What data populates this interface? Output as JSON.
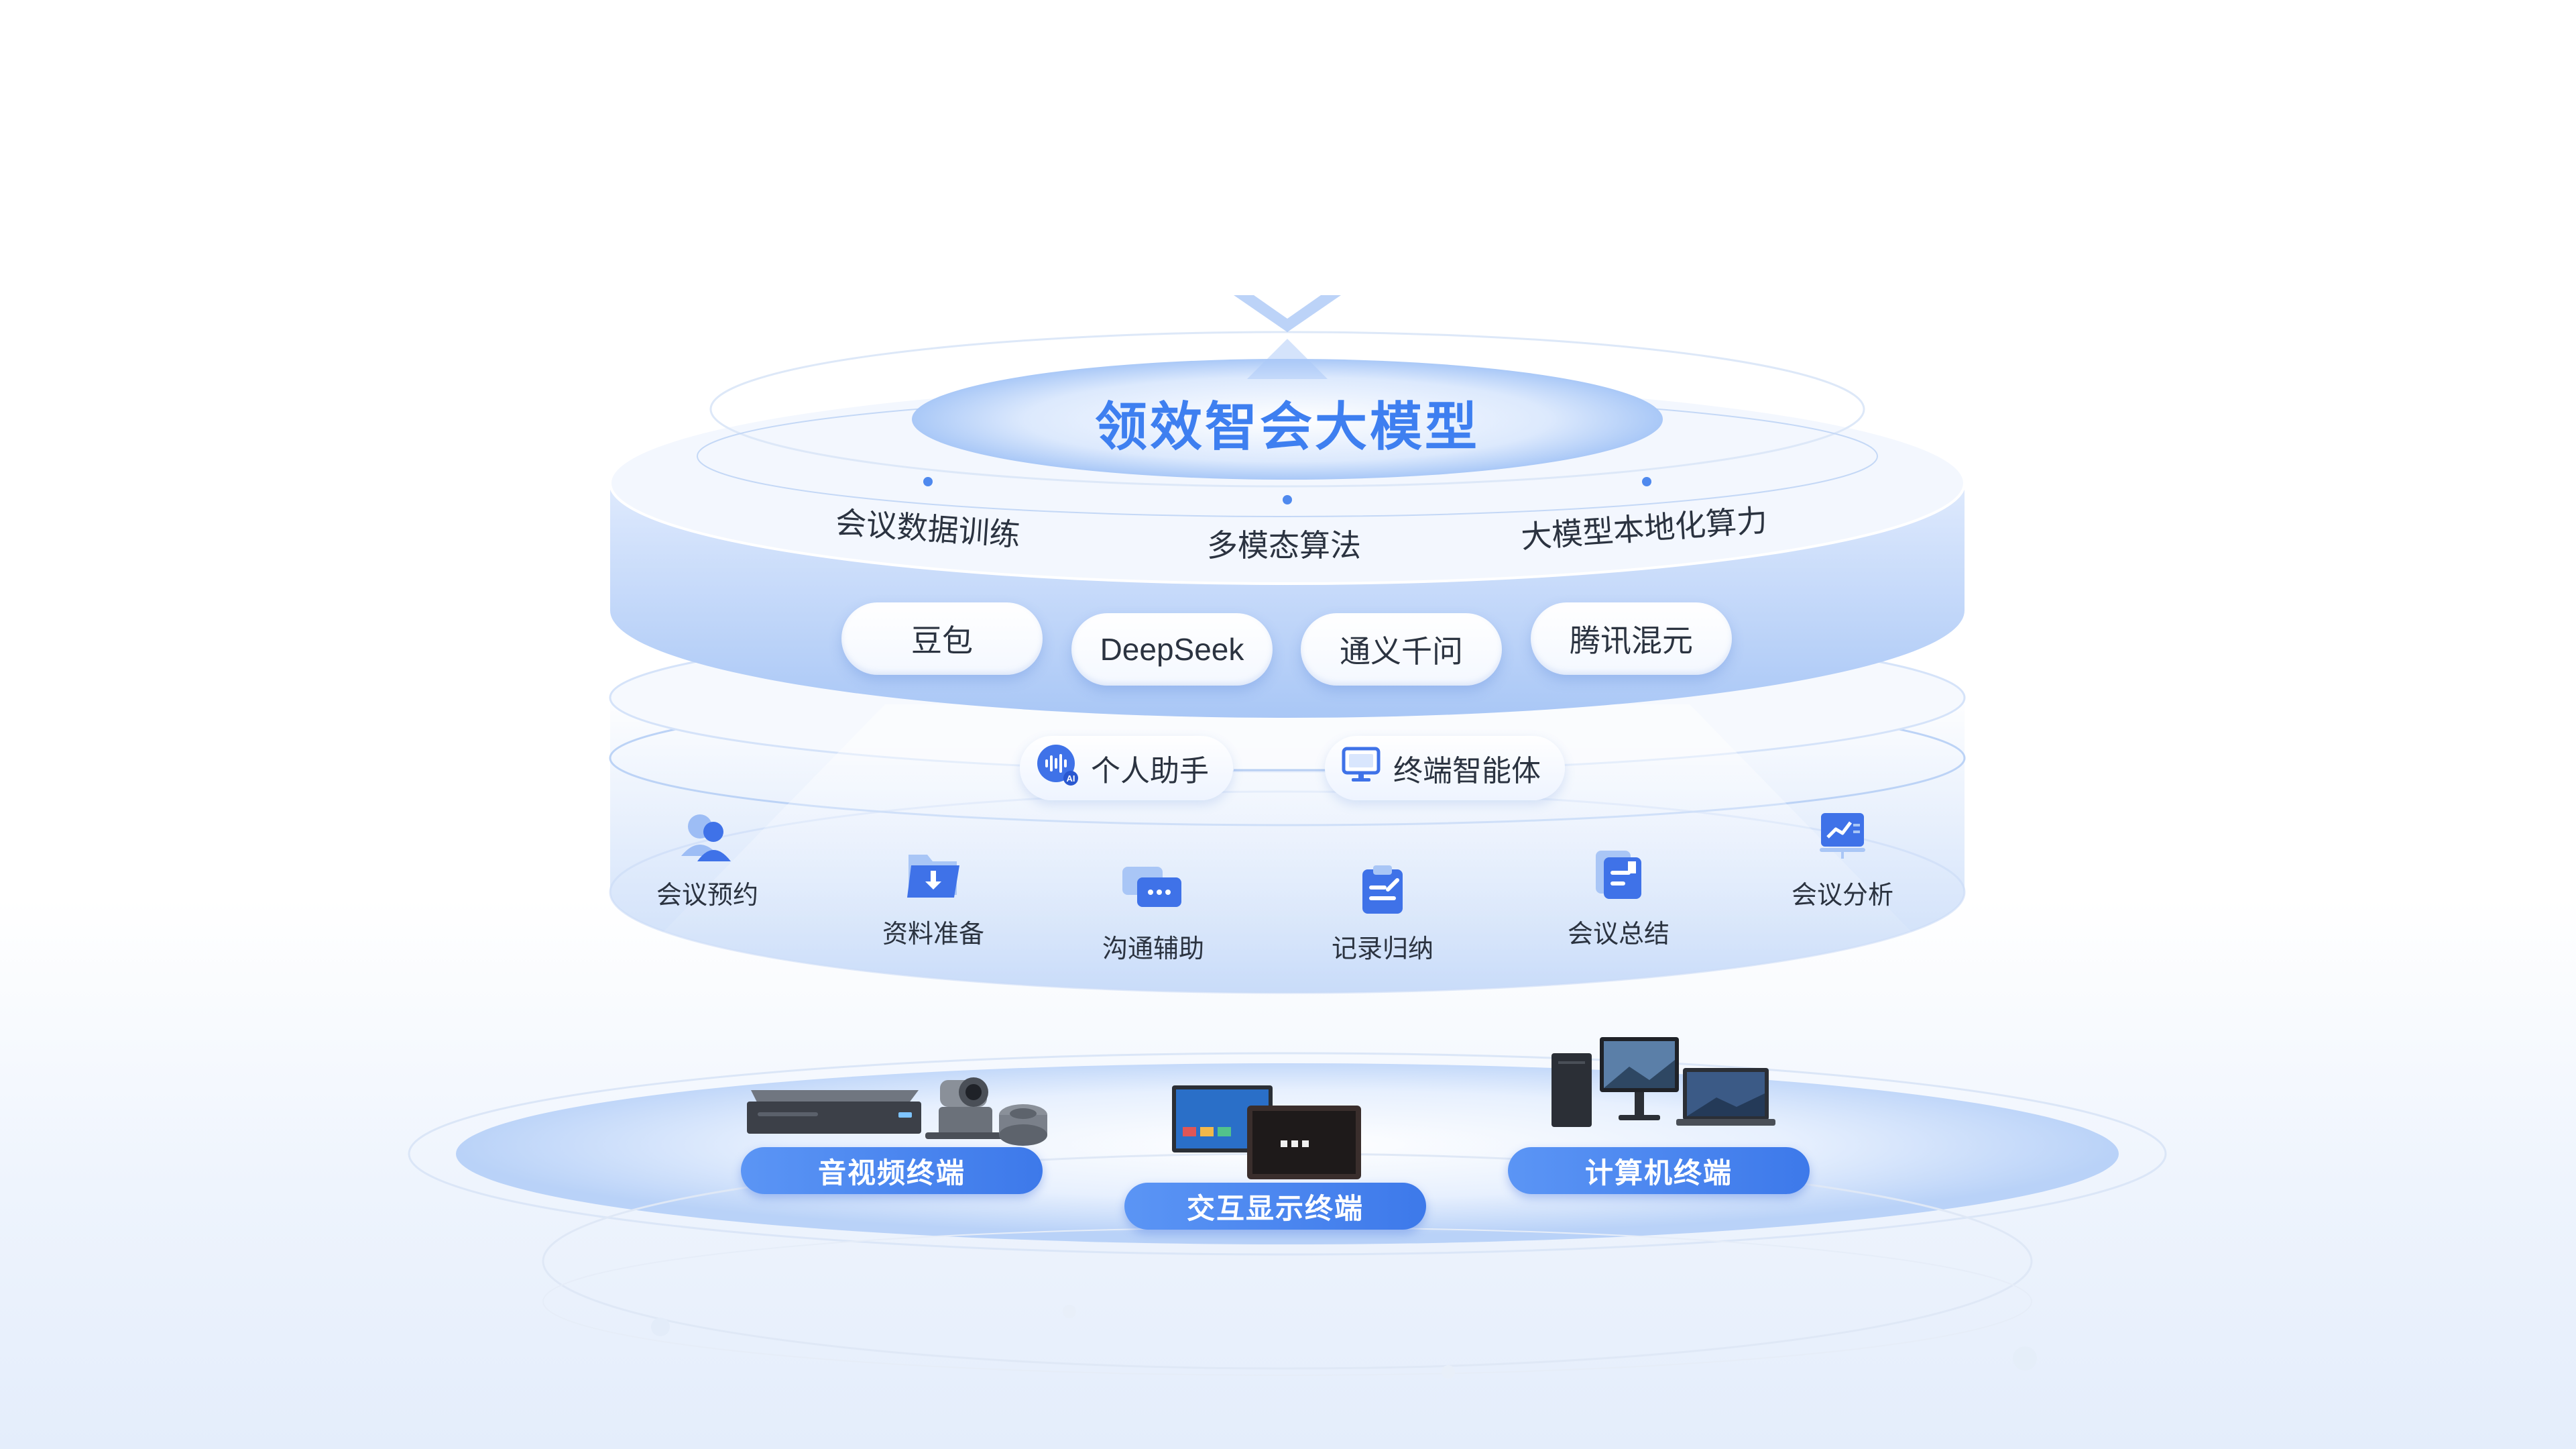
{
  "title": "领效智会大模型",
  "capabilities": [
    "会议数据训练",
    "多模态算法",
    "大模型本地化算力"
  ],
  "models": [
    "豆包",
    "DeepSeek",
    "通义千问",
    "腾讯混元"
  ],
  "assistants": [
    {
      "label": "个人助手",
      "icon": "ai-voice-icon"
    },
    {
      "label": "终端智能体",
      "icon": "monitor-icon"
    }
  ],
  "features": [
    {
      "label": "会议预约",
      "icon": "users-icon"
    },
    {
      "label": "资料准备",
      "icon": "folder-download-icon"
    },
    {
      "label": "沟通辅助",
      "icon": "chat-icon"
    },
    {
      "label": "记录归纳",
      "icon": "clipboard-icon"
    },
    {
      "label": "会议总结",
      "icon": "summary-doc-icon"
    },
    {
      "label": "会议分析",
      "icon": "analytics-board-icon"
    }
  ],
  "terminals": [
    {
      "label": "音视频终端",
      "icon": "av-devices-icon"
    },
    {
      "label": "交互显示终端",
      "icon": "display-panels-icon"
    },
    {
      "label": "计算机终端",
      "icon": "computer-icon"
    }
  ],
  "colors": {
    "accent": "#3e7ff0",
    "badge": "#4a86ef",
    "disc": "#c8dcfb"
  }
}
